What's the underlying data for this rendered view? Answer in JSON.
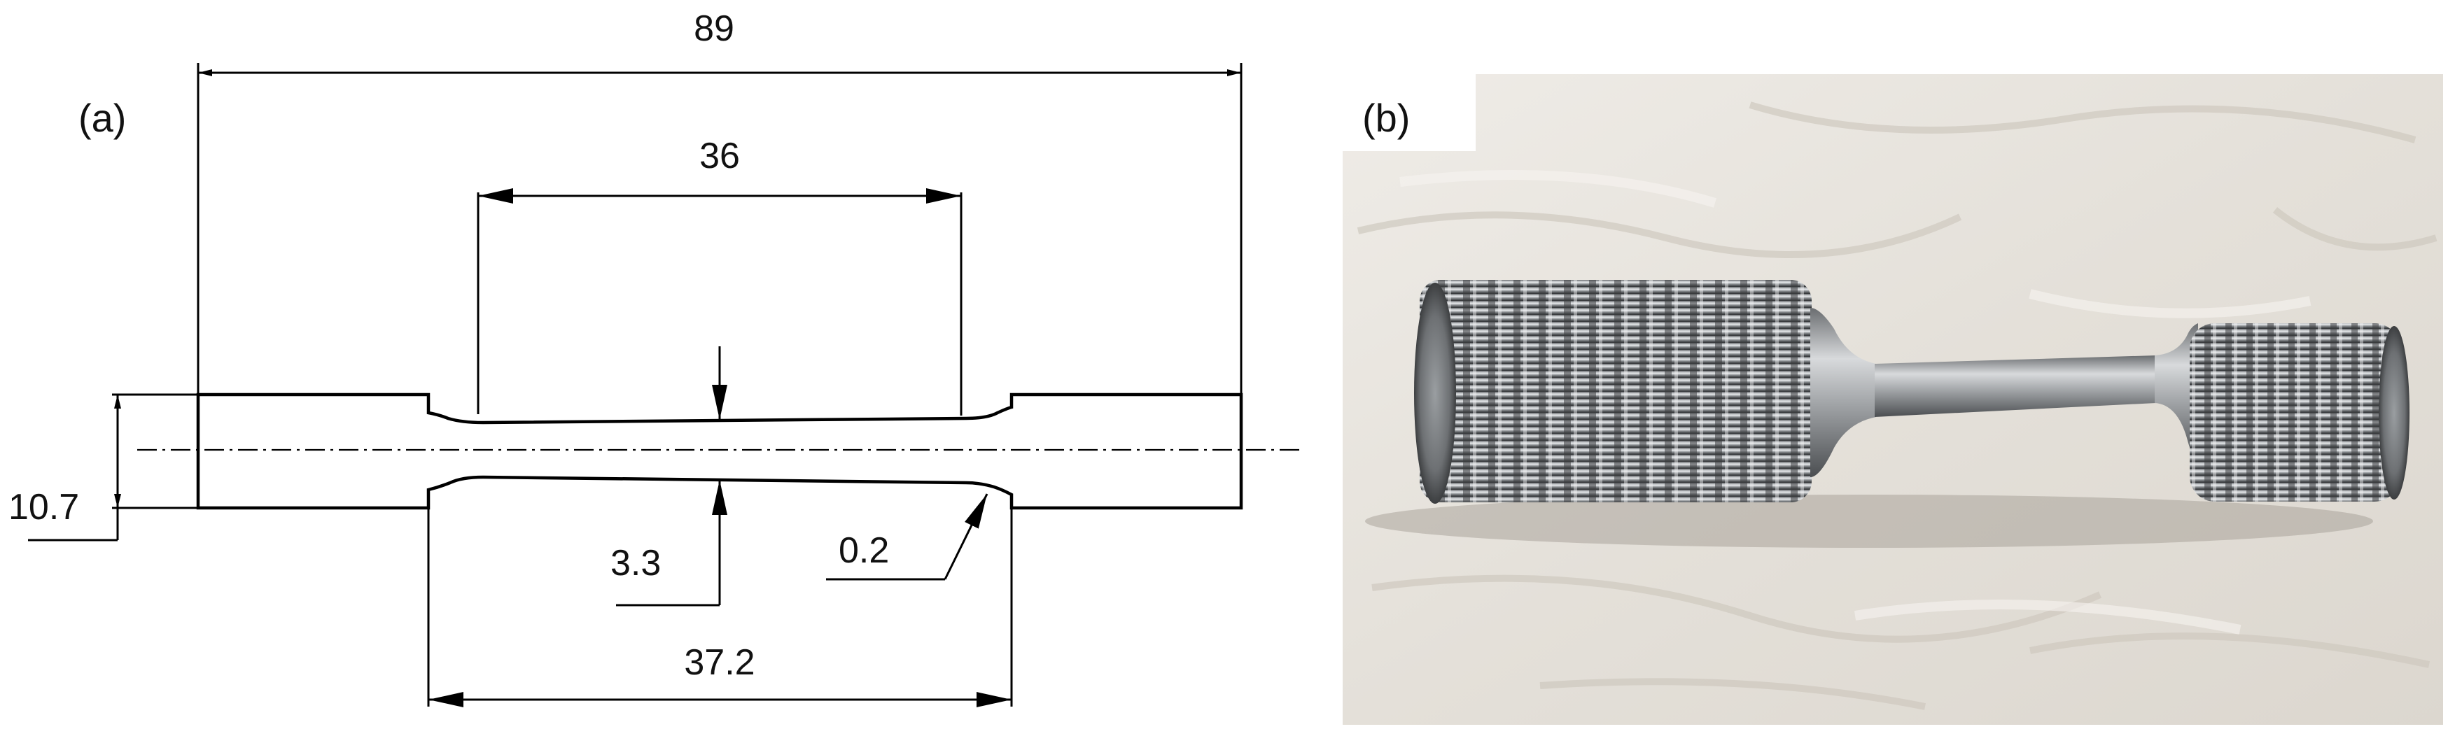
{
  "panel_a": {
    "label": "(a)",
    "dimensions": {
      "overall_length": "89",
      "gauge_length": "36",
      "grip_diameter": "10.7",
      "gauge_diameter": "3.3",
      "fillet_radius": "0.2",
      "reduced_section_length": "37.2"
    }
  },
  "panel_b": {
    "label": "(b)"
  },
  "colors": {
    "line": "#000000",
    "background": "#ffffff",
    "cloth": "#e7e3dc",
    "metal": "#8b8e91"
  }
}
